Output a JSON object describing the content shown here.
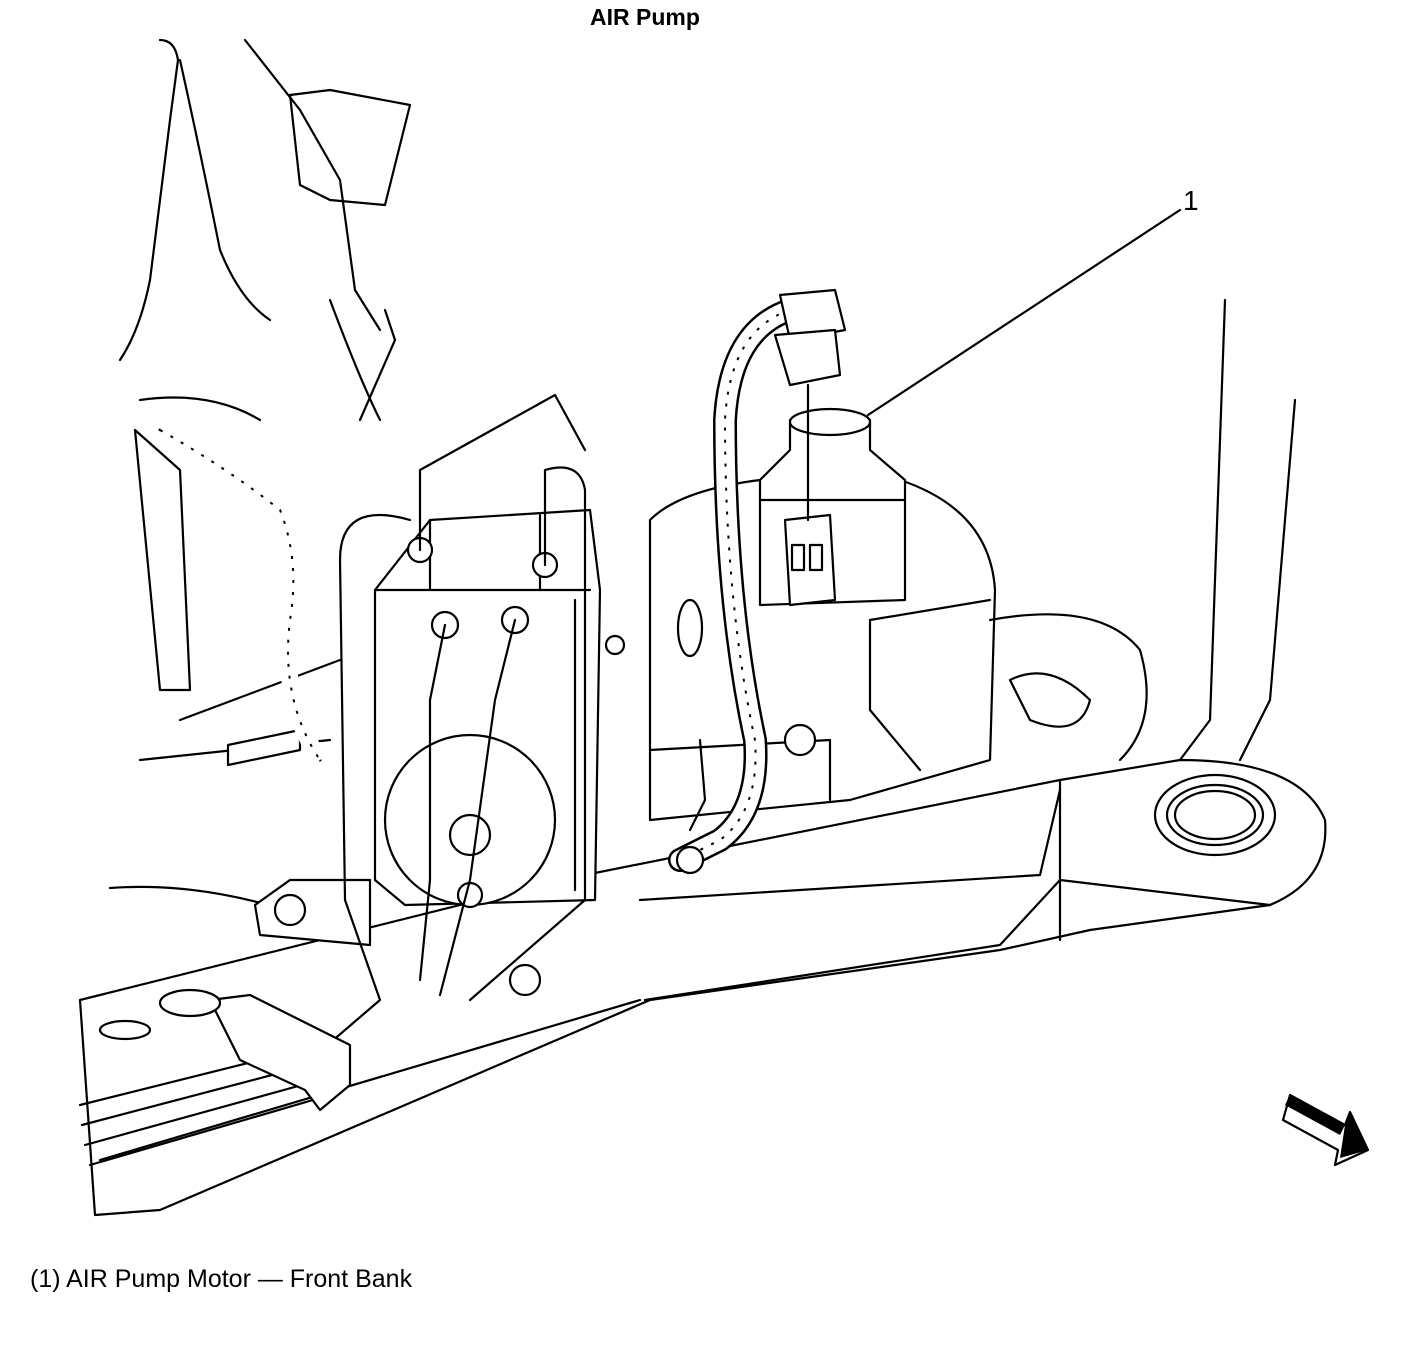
{
  "title": "AIR Pump",
  "callouts": [
    {
      "number": "1",
      "legend": "(1) AIR Pump Motor — Front Bank"
    }
  ],
  "icons": [
    "direction-arrow-icon"
  ]
}
